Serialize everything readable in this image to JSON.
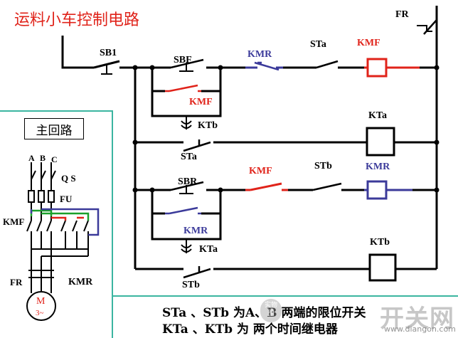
{
  "title": "运料小车控制电路",
  "main_circuit_label": "主回路",
  "labels": {
    "sb1": "SB1",
    "sbf": "SBF",
    "sbr": "SBR",
    "kmr_top": "KMR",
    "sta_top": "STa",
    "kmf_coil": "KMF",
    "fr_top": "FR",
    "kmf_hold": "KMF",
    "ktb_hold": "KTb",
    "kta_coil": "KTa",
    "sta_row2": "STa",
    "kmf_row3": "KMF",
    "stb_row3": "STb",
    "kmr_coil": "KMR",
    "kmr_hold": "KMR",
    "kta_hold": "KTa",
    "ktb_coil": "KTb",
    "stb_row4": "STb",
    "phase_a": "A",
    "phase_b": "B",
    "phase_c": "C",
    "qs": "Q S",
    "fu": "FU",
    "kmf_main": "KMF",
    "kmr_main": "KMR",
    "fr_main": "FR",
    "motor": "M",
    "motor_sub": "3~"
  },
  "notes": {
    "line1": "STa 、STb 为A、B 两端的限位开关",
    "line2": "KTa 、KTb 为 两个时间继电器"
  },
  "watermark": {
    "brand": "开关网",
    "site": "www.diangon.com",
    "badge": "实物\n图"
  },
  "colors": {
    "red": "#e0231a",
    "blue": "#3b3a9a",
    "teal": "#3bb5a0",
    "green": "#1aa02a"
  }
}
